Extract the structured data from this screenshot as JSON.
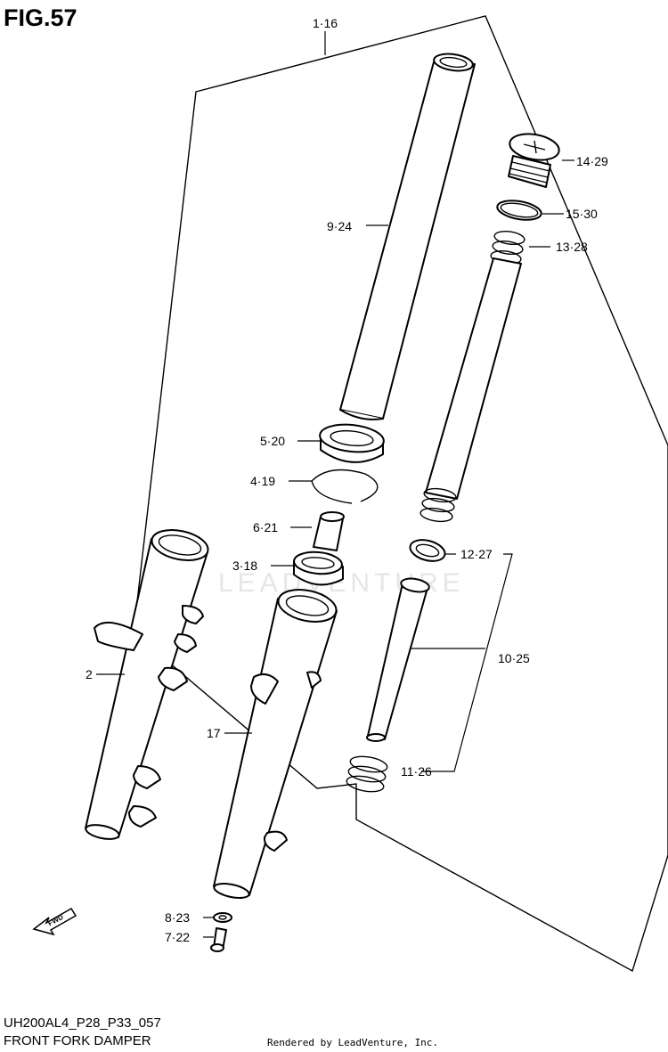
{
  "figure_label": "FIG.57",
  "watermark_text": "LEADVENTURE",
  "catalog_code": "UH200AL4_P28_P33_057",
  "diagram_title": "FRONT FORK DAMPER",
  "rendered_by": "Rendered by LeadVenture, Inc.",
  "fwd_arrow_text": "FWD",
  "callouts": {
    "c1_16": "1·16",
    "c2": "2",
    "c3_18": "3·18",
    "c4_19": "4·19",
    "c5_20": "5·20",
    "c6_21": "6·21",
    "c7_22": "7·22",
    "c8_23": "8·23",
    "c9_24": "9·24",
    "c10_25": "10·25",
    "c11_26": "11·26",
    "c12_27": "12·27",
    "c13_28": "13·28",
    "c14_29": "14·29",
    "c15_30": "15·30",
    "c17": "17"
  }
}
